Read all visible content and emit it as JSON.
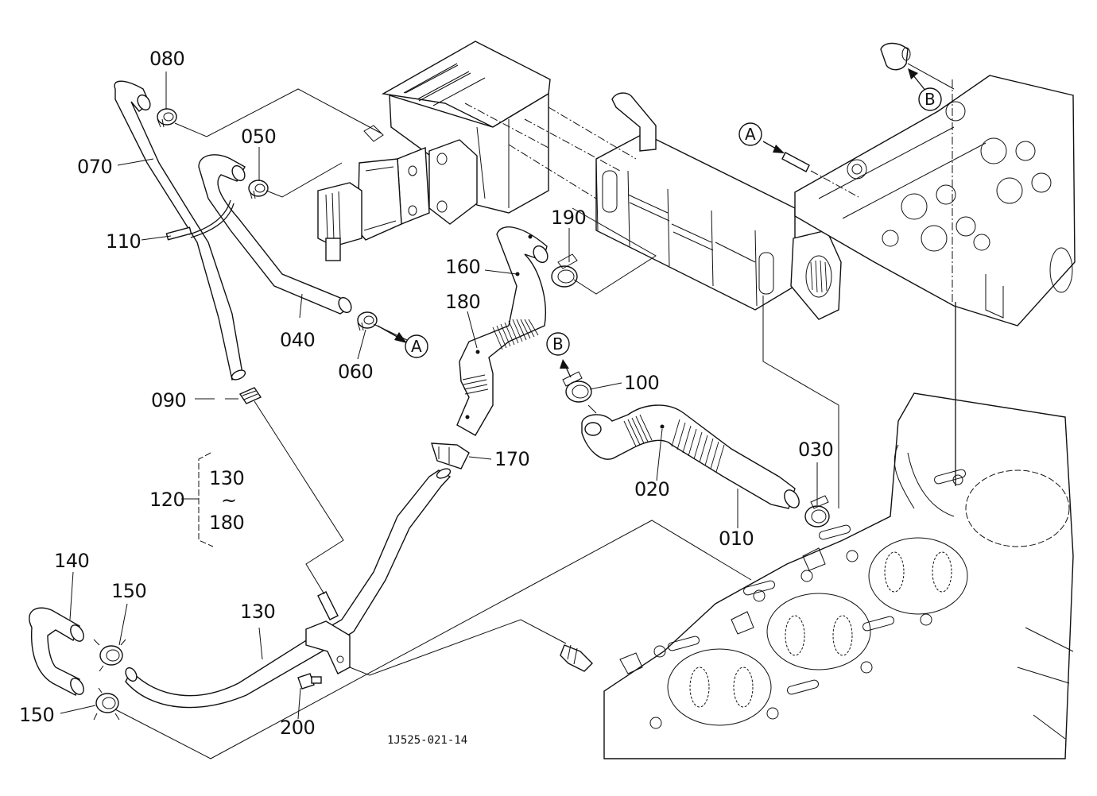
{
  "diagram": {
    "title": "EGR cooler hose / pipe parts diagram",
    "document_id": "1J525-021-14",
    "callouts": [
      {
        "id": "010",
        "label": "010"
      },
      {
        "id": "020",
        "label": "020"
      },
      {
        "id": "030",
        "label": "030"
      },
      {
        "id": "040",
        "label": "040"
      },
      {
        "id": "050",
        "label": "050"
      },
      {
        "id": "060",
        "label": "060"
      },
      {
        "id": "070",
        "label": "070"
      },
      {
        "id": "080",
        "label": "080"
      },
      {
        "id": "090",
        "label": "090"
      },
      {
        "id": "100",
        "label": "100"
      },
      {
        "id": "110",
        "label": "110"
      },
      {
        "id": "120",
        "label": "120"
      },
      {
        "id": "130",
        "label": "130"
      },
      {
        "id": "140",
        "label": "140"
      },
      {
        "id": "150a",
        "label": "150"
      },
      {
        "id": "150b",
        "label": "150"
      },
      {
        "id": "160",
        "label": "160"
      },
      {
        "id": "170",
        "label": "170"
      },
      {
        "id": "180",
        "label": "180"
      },
      {
        "id": "190",
        "label": "190"
      },
      {
        "id": "200",
        "label": "200"
      }
    ],
    "group_bracket": {
      "parent": "120",
      "range_start": "130",
      "range_symbol": "~",
      "range_end": "180"
    },
    "reference_markers": [
      {
        "id": "A1",
        "letter": "A"
      },
      {
        "id": "A2",
        "letter": "A"
      },
      {
        "id": "B1",
        "letter": "B"
      },
      {
        "id": "B2",
        "letter": "B"
      }
    ]
  }
}
